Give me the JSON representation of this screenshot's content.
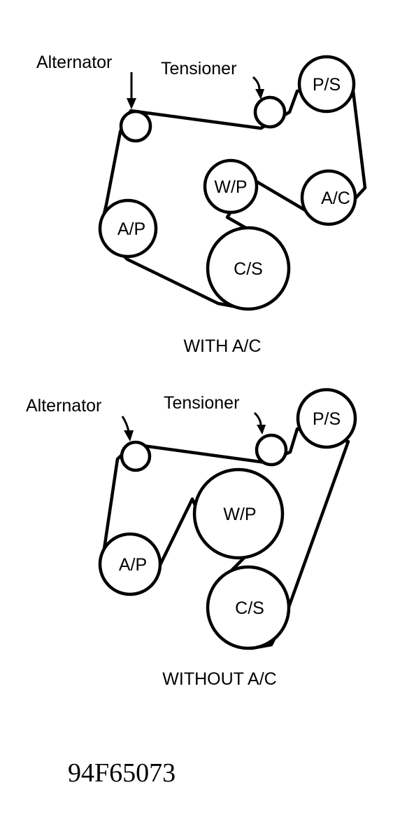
{
  "diagram_code": "94F65073",
  "with_ac": {
    "caption": "WITH A/C",
    "alternator_label": "Alternator",
    "tensioner_label": "Tensioner",
    "pulleys": {
      "ps": "P/S",
      "wp": "W/P",
      "ac": "A/C",
      "ap": "A/P",
      "cs": "C/S"
    }
  },
  "without_ac": {
    "caption": "WITHOUT A/C",
    "alternator_label": "Alternator",
    "tensioner_label": "Tensioner",
    "pulleys": {
      "ps": "P/S",
      "wp": "W/P",
      "ap": "A/P",
      "cs": "C/S"
    }
  }
}
